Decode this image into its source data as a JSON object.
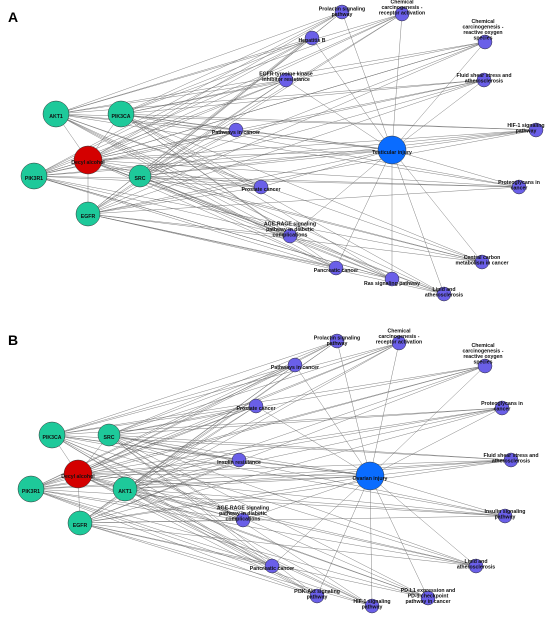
{
  "colors": {
    "gene": "#1ec99a",
    "drug": "#d40000",
    "pathway": "#6a5fe8",
    "disease": "#0a6cff",
    "edge": "#666666",
    "node_stroke": "#333333"
  },
  "panels": [
    {
      "id": "A",
      "letter": "A",
      "drug": "Decyl alcohol",
      "genes": [
        "AKT1",
        "PIK3CA",
        "PIK3R1",
        "SRC",
        "EGFR"
      ],
      "disease": "Testicular injury",
      "pathways": [
        "Prolactin signaling pathway",
        "Chemical carcinogenesis - receptor activation",
        "Hepatitis B",
        "Chemical carcinogenesis - reactive oxygen species",
        "EGFR tyrosine kinase inhibitor resistance",
        "Fluid shear stress and atherosclerosis",
        "HIF-1 signaling pathway",
        "Pathways in cancer",
        "Proteoglycans in cancer",
        "Prostate cancer",
        "Central carbon metabolism in cancer",
        "AGE-RAGE signaling pathway in diabetic complications",
        "Pancreatic cancer",
        "Lipid and atherosclerosis",
        "Ras signaling pathway"
      ]
    },
    {
      "id": "B",
      "letter": "B",
      "drug": "Decyl alcohol",
      "genes": [
        "PIK3CA",
        "SRC",
        "PIK3R1",
        "AKT1",
        "EGFR"
      ],
      "disease": "Ovarian injury",
      "pathways": [
        "Prolactin signaling pathway",
        "Chemical carcinogenesis - receptor activation",
        "Pathways in cancer",
        "Chemical carcinogenesis - reactive oxygen species",
        "Prostate cancer",
        "Proteoglycans in cancer",
        "Insulin resistance",
        "Fluid shear stress and atherosclerosis",
        "AGE-RAGE signaling pathway in diabetic complications",
        "Insulin signaling pathway",
        "Pancreatic cancer",
        "Lipid and atherosclerosis",
        "PI3K-Akt signaling pathway",
        "PD-L1 expression and PD-1 checkpoint pathway in cancer",
        "HIF-1 signaling pathway"
      ]
    }
  ]
}
